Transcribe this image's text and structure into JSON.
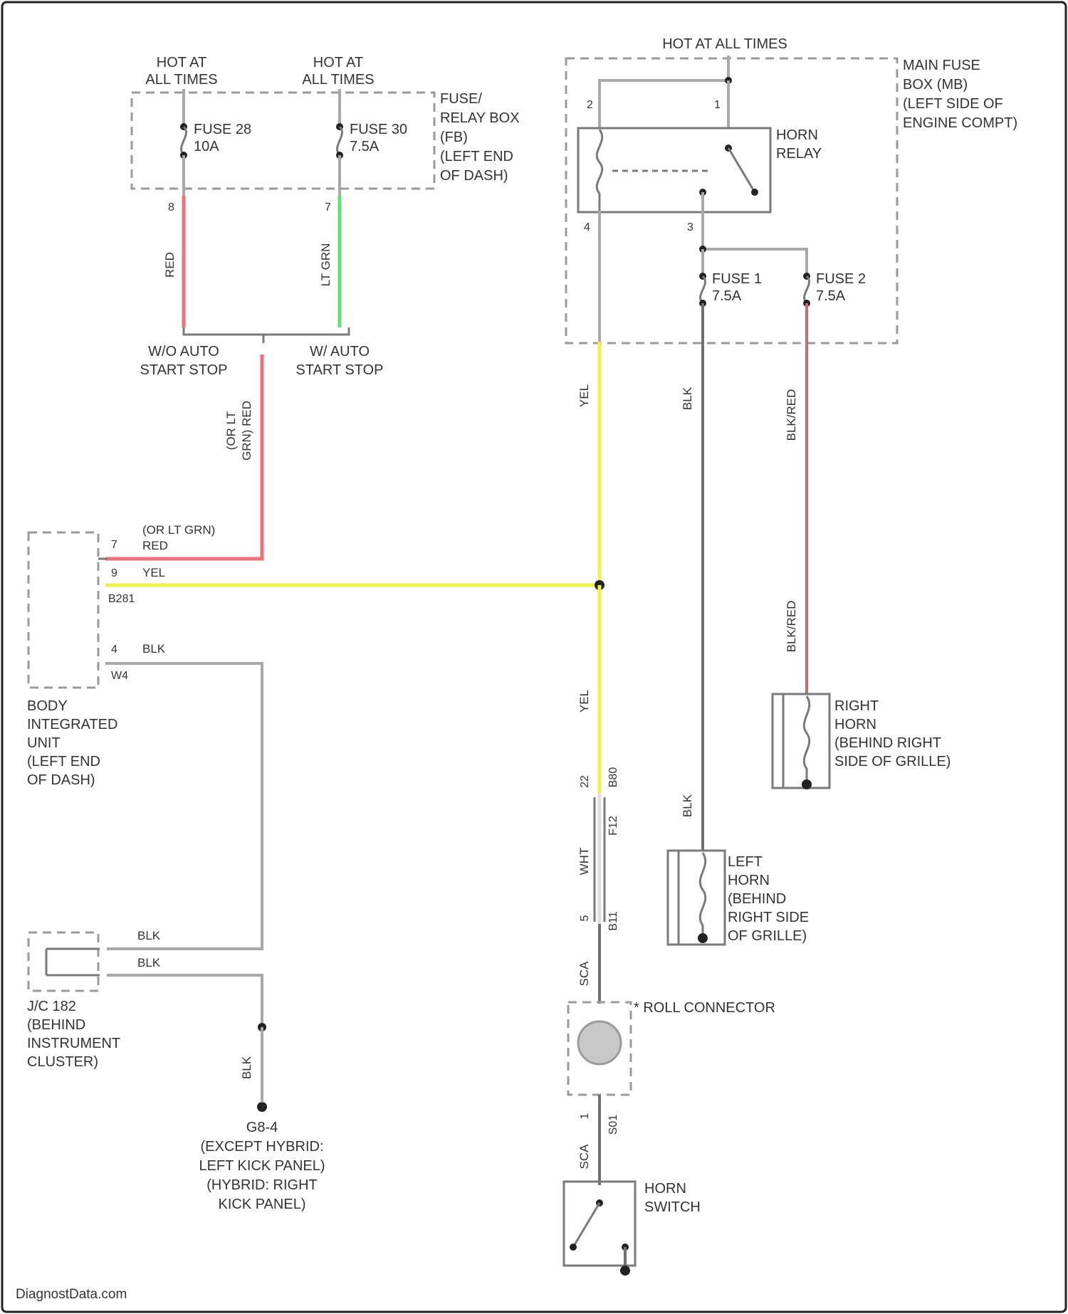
{
  "sources": {
    "hot_at_all_times_1": [
      "HOT AT",
      "ALL TIMES"
    ],
    "hot_at_all_times_2": [
      "HOT AT",
      "ALL TIMES"
    ],
    "hot_at_all_times_3": "HOT AT ALL TIMES"
  },
  "fuse_relay_box": {
    "label": [
      "FUSE/",
      "RELAY BOX",
      "(FB)",
      "(LEFT END",
      "OF DASH)"
    ],
    "fuse_a": [
      "FUSE 28",
      "10A"
    ],
    "fuse_b": [
      "FUSE 30",
      "7.5A"
    ],
    "pin_a": "8",
    "pin_b": "7"
  },
  "main_fuse_box": {
    "label": [
      "MAIN FUSE",
      "BOX (MB)",
      "(LEFT SIDE OF",
      "ENGINE COMPT)"
    ],
    "relay_label": [
      "HORN",
      "RELAY"
    ],
    "fuse1": [
      "FUSE 1",
      "7.5A"
    ],
    "fuse2": [
      "FUSE 2",
      "7.5A"
    ],
    "relay_pins": [
      "2",
      "1",
      "4",
      "3"
    ]
  },
  "wires": {
    "red": "RED",
    "lt_grn": "LT GRN",
    "yel_1": "YEL",
    "yel_2": "YEL",
    "blk_1": "BLK",
    "blk_2": "BLK",
    "blk_3": "BLK",
    "blk_red_1": "BLK/RED",
    "blk_red_2": "BLK/RED",
    "or_lt_grn": [
      "(OR LT",
      "GRN) RED"
    ],
    "wht": "WHT",
    "scm_1": "SCA",
    "scm_2": "SCA"
  },
  "splices": {
    "wo_auto": [
      "W/O AUTO",
      "START STOP"
    ],
    "w_auto": [
      "W/ AUTO",
      "START STOP"
    ]
  },
  "body_unit": {
    "label": [
      "BODY",
      "INTEGRATED",
      "UNIT",
      "(LEFT END",
      "OF DASH)"
    ],
    "pin7": "7",
    "pin7_wire": "(OR LT GRN)",
    "pin7_wire2": "RED",
    "pin9": "9",
    "pin9_wire": "YEL",
    "pin9_conn": "B281",
    "pin4": "4",
    "pin4_wire": "BLK",
    "pin4_conn": "W4"
  },
  "jc": {
    "label": [
      "J/C 182",
      "(BEHIND",
      "INSTRUMENT",
      "CLUSTER)"
    ],
    "blk_top": "BLK",
    "blk_bottom": "BLK"
  },
  "ground": {
    "label": [
      "G8-4",
      "(EXCEPT HYBRID:",
      "LEFT KICK PANEL)",
      "(HYBRID: RIGHT",
      "KICK PANEL)"
    ],
    "wire": "BLK"
  },
  "horns": {
    "right_label": [
      "RIGHT",
      "HORN",
      "(BEHIND RIGHT",
      "SIDE OF GRILLE)"
    ],
    "left_label": [
      "LEFT",
      "HORN",
      "(BEHIND",
      "RIGHT SIDE",
      "OF GRILLE)"
    ]
  },
  "steering": {
    "connector_pin_top": "22",
    "connector_pin_top_code": "B80",
    "conn_mid_a": "F12",
    "conn_mid_b": "5",
    "conn_mid_c": "B11",
    "roll_label": "* ROLL CONNECTOR",
    "pin_low": "1",
    "conn_low": "S01",
    "switch_label": [
      "HORN",
      "SWITCH"
    ]
  },
  "watermark": "DiagnostData.com"
}
